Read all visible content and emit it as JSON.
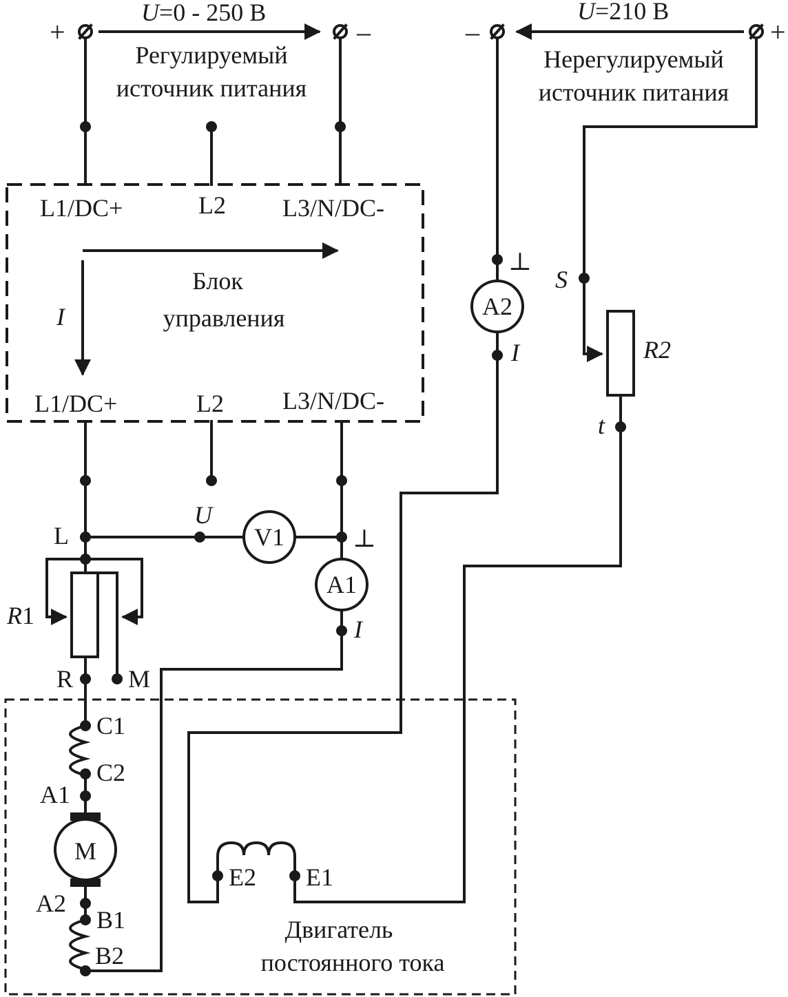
{
  "colors": {
    "ink": "#1a1a1a",
    "background": "#ffffff"
  },
  "top": {
    "regulated": {
      "voltage_symbol": "U",
      "voltage_value": "=0 - 250 В",
      "title_line1": "Регулируемый",
      "title_line2": "источник питания",
      "plus": "+",
      "minus": "–"
    },
    "unregulated": {
      "voltage_symbol": "U",
      "voltage_value": "=210 В",
      "title_line1": "Нерегулируемый",
      "title_line2": "источник питания",
      "plus": "+",
      "minus": "–"
    }
  },
  "control_block": {
    "in_l1": "L1/DC+",
    "in_l2": "L2",
    "in_l3": "L3/N/DC-",
    "title_line1": "Блок",
    "title_line2": "управления",
    "current": "I",
    "out_l1": "L1/DC+",
    "out_l2": "L2",
    "out_l3": "L3/N/DC-"
  },
  "meters": {
    "v1": "V1",
    "a1": "A1",
    "a2": "A2"
  },
  "terminals": {
    "L": "L",
    "U": "U",
    "ground_v1": "⊥",
    "a1_i": "I",
    "a2_ground": "⊥",
    "a2_i": "I",
    "R": "R",
    "M": "M",
    "S": "S",
    "t": "t"
  },
  "resistors": {
    "r1_letter": "R",
    "r1_number": "1",
    "r2": "R2"
  },
  "motor": {
    "c1": "C1",
    "c2": "C2",
    "a1": "A1",
    "m": "M",
    "a2": "A2",
    "b1": "B1",
    "b2": "B2",
    "e2": "E2",
    "e1": "E1",
    "title_line1": "Двигатель",
    "title_line2": "постоянного тока"
  }
}
